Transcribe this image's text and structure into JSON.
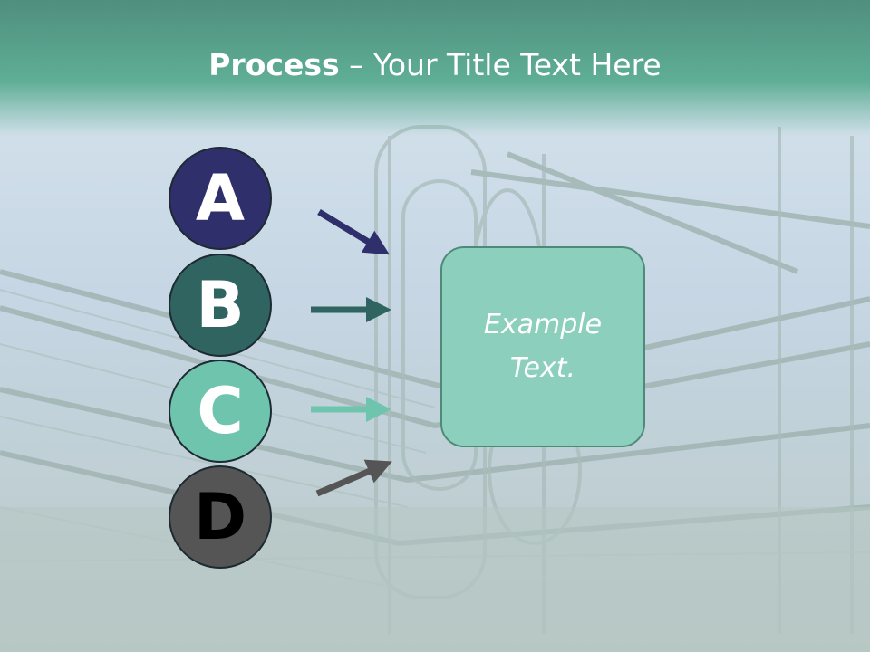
{
  "title": {
    "bold": "Process",
    "dash": " – ",
    "rest": "Your Title Text Here"
  },
  "steps": [
    {
      "letter": "A",
      "color": "#2f2f6b",
      "text_color": "#ffffff"
    },
    {
      "letter": "B",
      "color": "#2f6460",
      "text_color": "#ffffff"
    },
    {
      "letter": "C",
      "color": "#6fc4ad",
      "text_color": "#ffffff"
    },
    {
      "letter": "D",
      "color": "#555555",
      "text_color": "#000000"
    }
  ],
  "box": {
    "line1": "Example",
    "line2": "Text.",
    "color": "#8ccfbd"
  },
  "colors": {
    "header": "#5fae96",
    "arrow_a": "#2f2f6b",
    "arrow_b": "#2f6460",
    "arrow_c": "#6fc4ad",
    "arrow_d": "#555555"
  }
}
